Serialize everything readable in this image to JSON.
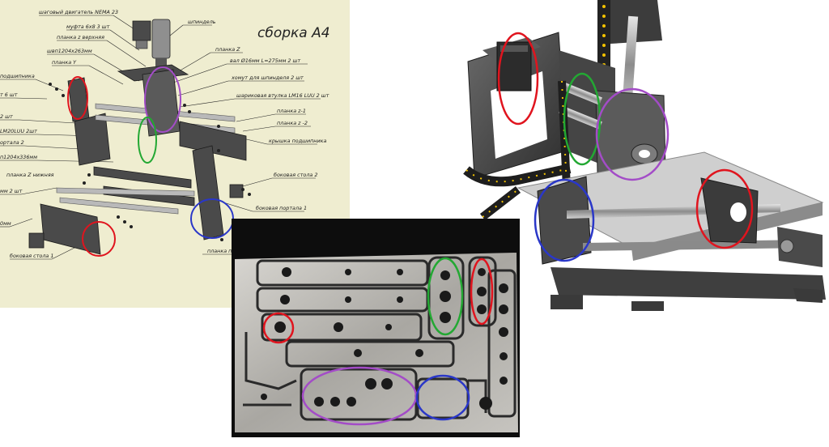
{
  "drawing": {
    "title": "сборка А4",
    "labels": [
      "шаговый двигатель NEMA 23",
      "муфта 6х8 3 шт",
      "планка z верхняя",
      "швп1204х263мм",
      "планка Y",
      "подшипника",
      "т 6 шт",
      "2 шт",
      "LM20LUU 2шт",
      "ортала 2",
      "п1204х336мм",
      "планка Z нижняя",
      "мм 2 шт",
      "0мм",
      "боковая стола 1",
      "шпиндель",
      "планка Z",
      "вал Ø16мм L=275мм 2 шт",
      "хомут для шпинделя 2 шт",
      "шариковая втулка LM16 LUU 2 шт",
      "планка z-1",
      "планка z -2",
      "крышка подшипника",
      "боковая стола 2",
      "боковая портала 1",
      "планка п"
    ]
  },
  "colors": {
    "paper": "#efedd0",
    "red": "#e0141e",
    "green": "#23a833",
    "purple": "#a34cc7",
    "blue": "#2a37c8",
    "aluminium": "#b4b2ad",
    "steel": "#4a4a4a",
    "cable_chain_dots": "#f2c200"
  },
  "icons": [
    "stepper-motor-icon",
    "spindle-icon",
    "cable-chain-icon"
  ]
}
